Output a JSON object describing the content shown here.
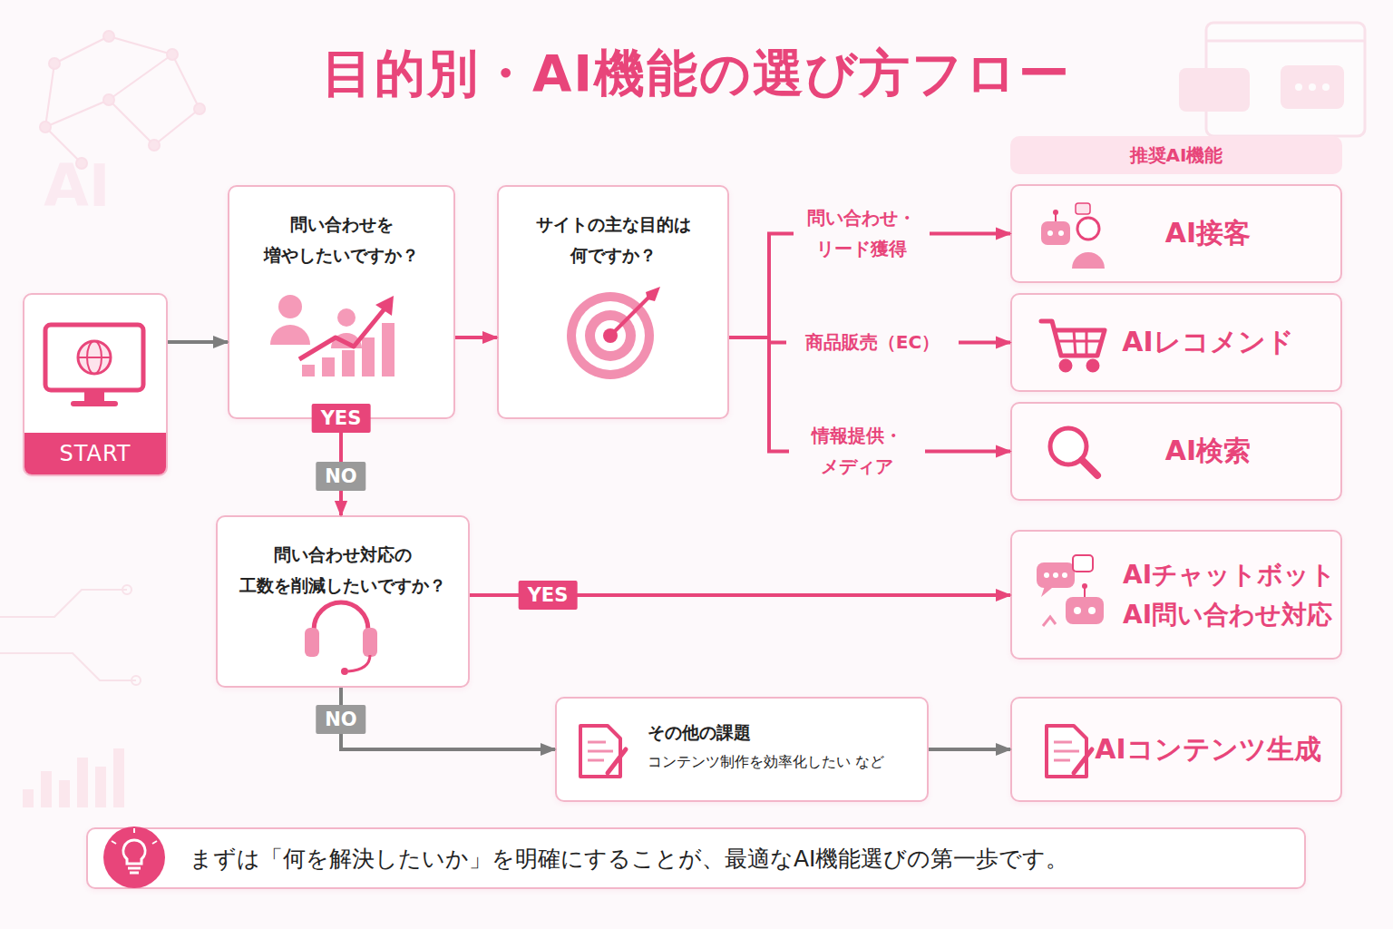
{
  "diagram": {
    "title": "目的別・AI機能の選び方フロー",
    "nodes": [
      {
        "text": [
          "START"
        ]
      },
      {
        "text": [
          "問い合わせを 増やしたいですか？"
        ]
      },
      {
        "text": [
          "サイトの主な目的は 何ですか？"
        ]
      },
      {
        "text": [
          "推奨AI機能"
        ]
      },
      {
        "text": [
          "AI接客"
        ]
      },
      {
        "text": [
          "AIレコメンド"
        ]
      },
      {
        "text": [
          "AI検索"
        ]
      },
      {
        "text": [
          "問い合わせ対応の 工数を削減したいですか？"
        ]
      },
      {
        "text": [
          "AIチャットボット",
          "AI問い合わせ対応"
        ]
      },
      {
        "text": [
          "その他の課題",
          "コンテンツ制作を効率化したい など"
        ]
      },
      {
        "text": [
          "AIコンテンツ生成"
        ]
      },
      {
        "text": [
          "まずは「何を解決したいか」を明確にすることが、最適なAI機能選びの第一歩です。"
        ]
      }
    ],
    "edges": [
      {
        "from": 0,
        "to": 1,
        "arrow": "to"
      },
      {
        "from": 1,
        "to": 2,
        "arrow": "to"
      },
      {
        "from": 2,
        "to": 4,
        "label": "問い合わせ・ リード獲得",
        "arrow": "to"
      },
      {
        "from": 2,
        "to": 5,
        "label": "商品販売（EC）",
        "arrow": "to"
      },
      {
        "from": 2,
        "to": 6,
        "label": "情報提供・ メディア",
        "arrow": "to"
      },
      {
        "from": 1,
        "to": 7,
        "label": "NO",
        "arrow": "to"
      },
      {
        "from": 7,
        "to": 8,
        "label": "YES",
        "arrow": "to"
      },
      {
        "from": 7,
        "to": 9,
        "label": "NO",
        "arrow": "to"
      },
      {
        "from": 9,
        "to": 10,
        "arrow": "to"
      }
    ],
    "labels": [
      "YES",
      "AI"
    ]
  }
}
